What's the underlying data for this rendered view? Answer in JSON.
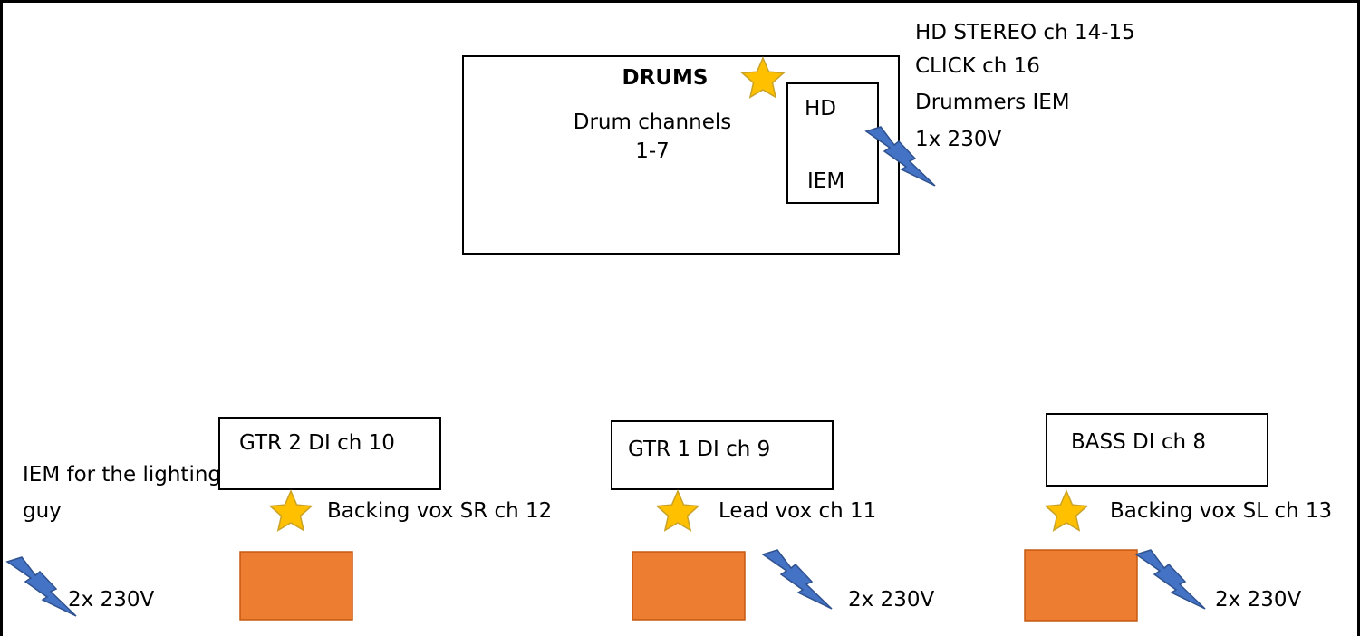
{
  "drums": {
    "title": "DRUMS",
    "channels_line1": "Drum channels",
    "channels_line2": "1-7",
    "hd_label": "HD",
    "iem_label": "IEM"
  },
  "drummer_notes": [
    "HD STEREO ch 14-15",
    "CLICK ch 16",
    "Drummers IEM",
    "1x 230V"
  ],
  "amps": {
    "gtr2": "GTR 2 DI ch 10",
    "gtr1": "GTR 1 DI ch 9",
    "bass": "BASS DI ch 8"
  },
  "vocals": {
    "sr": "Backing vox SR ch 12",
    "lead": "Lead vox ch 11",
    "sl": "Backing vox SL ch 13"
  },
  "lighting": {
    "line1": "IEM for the lighting",
    "line2": "guy"
  },
  "power": {
    "left": "2x 230V",
    "center": "2x 230V",
    "right": "2x 230V"
  },
  "colors": {
    "star_fill": "#FFC000",
    "star_stroke": "#C9A227",
    "power_fill": "#4472C4",
    "power_stroke": "#2F528F",
    "monitor_fill": "#ED7D31",
    "monitor_stroke": "#C55A11"
  },
  "icons": [
    "star-icon",
    "lightning-bolt-icon"
  ]
}
